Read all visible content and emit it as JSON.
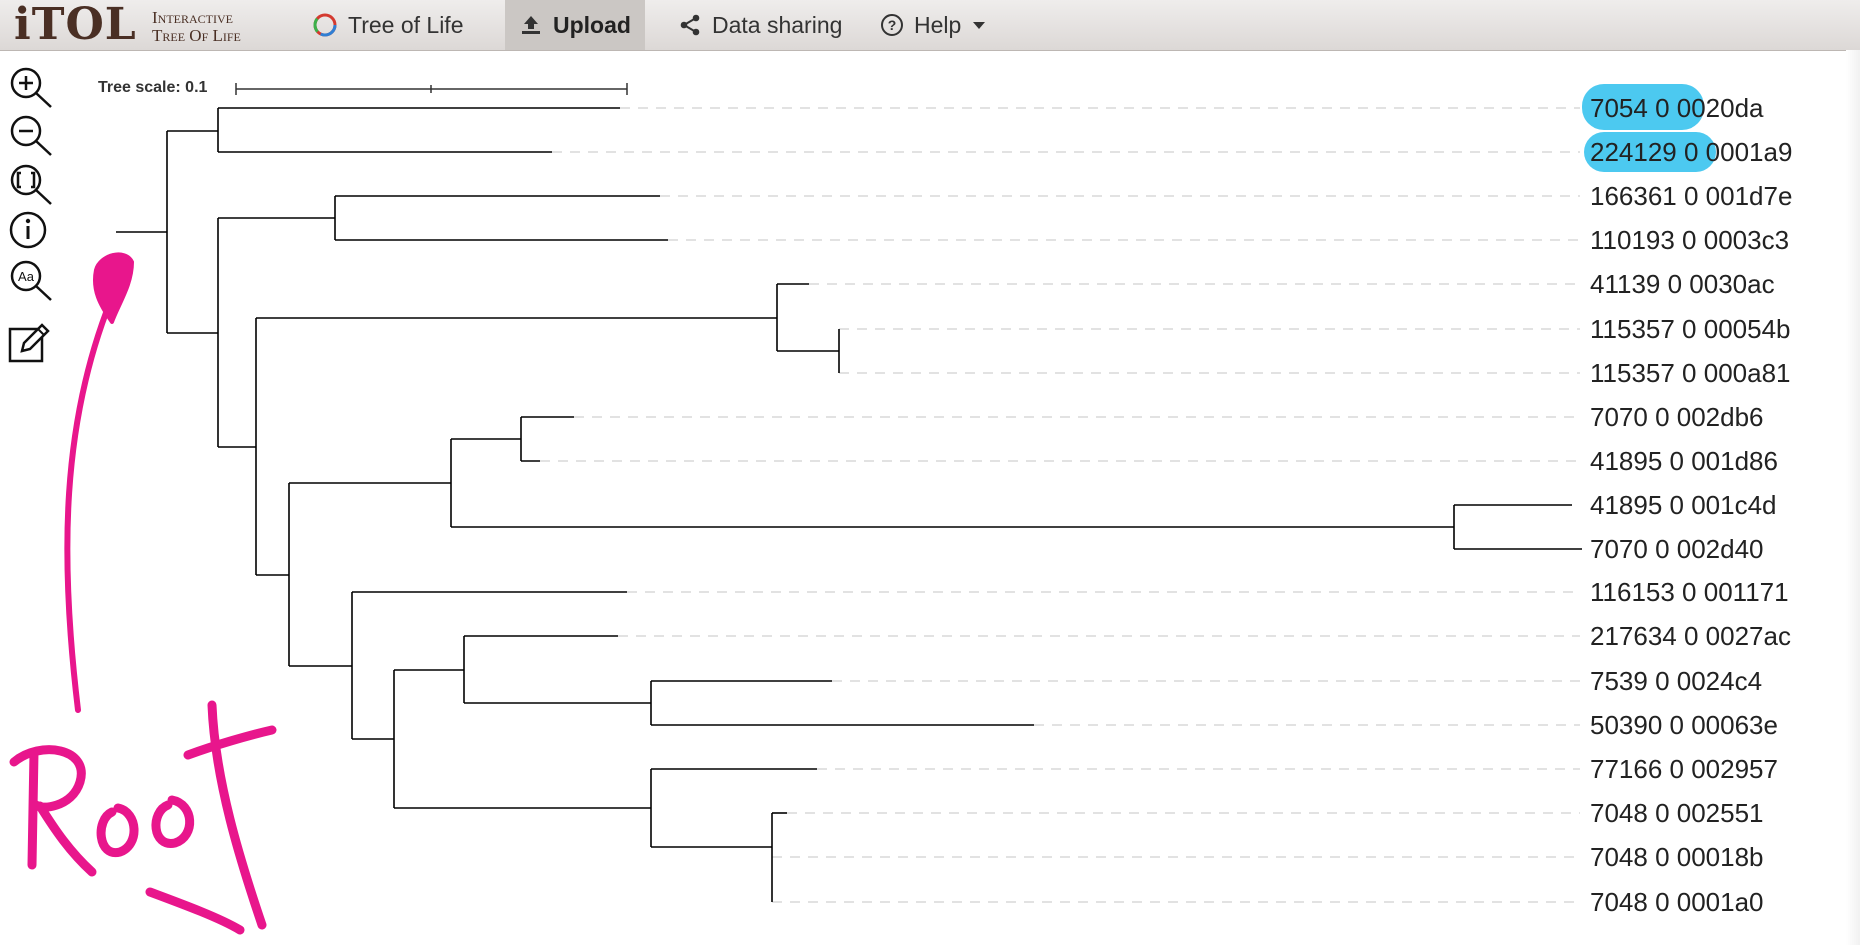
{
  "app": {
    "logo_text": "iTOL",
    "logo_subtitle_line1": "Interactive",
    "logo_subtitle_line2": "Tree Of Life"
  },
  "nav": {
    "items": [
      {
        "label": "Tree of Life",
        "icon": "tree-of-life-icon"
      },
      {
        "label": "Upload",
        "icon": "upload-icon",
        "active": true
      },
      {
        "label": "Data sharing",
        "icon": "share-icon"
      },
      {
        "label": "Help",
        "icon": "help-icon",
        "dropdown": true
      }
    ]
  },
  "toolbar": {
    "tools": [
      "zoom-in-icon",
      "zoom-out-icon",
      "fit-to-screen-icon",
      "info-icon",
      "font-size-icon",
      "edit-icon"
    ]
  },
  "tree": {
    "scale_label": "Tree scale: 0.1",
    "leaves": [
      "7054 0 0020da",
      "224129 0 0001a9",
      "166361 0 001d7e",
      "110193 0 0003c3",
      "41139 0 0030ac",
      "115357 0 00054b",
      "115357 0 000a81",
      "7070 0 002db6",
      "41895 0 001d86",
      "41895 0 001c4d",
      "7070 0 002d40",
      "116153 0 001171",
      "217634 0 0027ac",
      "7539 0 0024c4",
      "50390 0 00063e",
      "77166 0 002957",
      "7048 0 002551",
      "7048 0 00018b",
      "7048 0 0001a0"
    ],
    "highlighted_leaves": [
      0,
      1
    ],
    "highlight_color": "#4cc9f0",
    "branch_color": "#000000"
  },
  "annotation": {
    "text": "Root",
    "color": "#e8168c"
  }
}
